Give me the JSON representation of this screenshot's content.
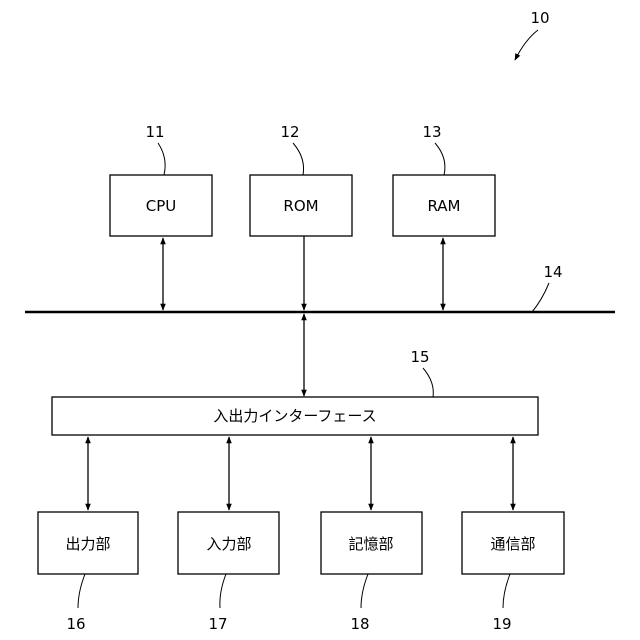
{
  "figure": {
    "ref": "10"
  },
  "bus": {
    "ref": "14"
  },
  "components": {
    "cpu": {
      "label": "CPU",
      "ref": "11"
    },
    "rom": {
      "label": "ROM",
      "ref": "12"
    },
    "ram": {
      "label": "RAM",
      "ref": "13"
    }
  },
  "interface": {
    "label": "入出力インターフェース",
    "ref": "15"
  },
  "units": {
    "output": {
      "label": "出力部",
      "ref": "16"
    },
    "input": {
      "label": "入力部",
      "ref": "17"
    },
    "storage": {
      "label": "記憶部",
      "ref": "18"
    },
    "communication": {
      "label": "通信部",
      "ref": "19"
    }
  }
}
